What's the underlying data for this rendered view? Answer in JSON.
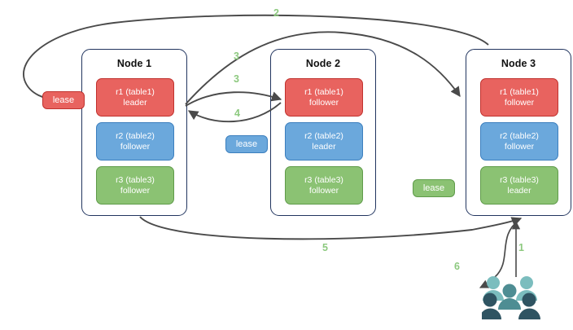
{
  "diagram": {
    "title": "distributed-range-leaseholder-flow",
    "colors": {
      "replica_red": "#E8635F",
      "replica_red_border": "#C0322E",
      "replica_blue": "#6BA8DC",
      "replica_blue_border": "#3C7FBE",
      "replica_green": "#8BC273",
      "replica_green_border": "#5F9B4A",
      "node_border": "#22355F",
      "arrow": "#4A4A4A",
      "step_label": "#8DC97F",
      "users_light": "#7BBDBE",
      "users_dark": "#2F5462"
    },
    "nodes": [
      {
        "title": "Node 1",
        "replicas": [
          {
            "name": "r1 (table1)",
            "role": "leader",
            "color": "red"
          },
          {
            "name": "r2 (table2)",
            "role": "follower",
            "color": "blue"
          },
          {
            "name": "r3 (table3)",
            "role": "follower",
            "color": "green"
          }
        ]
      },
      {
        "title": "Node 2",
        "replicas": [
          {
            "name": "r1 (table1)",
            "role": "follower",
            "color": "red"
          },
          {
            "name": "r2 (table2)",
            "role": "leader",
            "color": "blue"
          },
          {
            "name": "r3 (table3)",
            "role": "follower",
            "color": "green"
          }
        ]
      },
      {
        "title": "Node 3",
        "replicas": [
          {
            "name": "r1 (table1)",
            "role": "follower",
            "color": "red"
          },
          {
            "name": "r2 (table2)",
            "role": "follower",
            "color": "blue"
          },
          {
            "name": "r3 (table3)",
            "role": "leader",
            "color": "green"
          }
        ]
      }
    ],
    "leases": [
      {
        "label": "lease",
        "color": "red"
      },
      {
        "label": "lease",
        "color": "blue"
      },
      {
        "label": "lease",
        "color": "green"
      }
    ],
    "steps": [
      {
        "label": "1"
      },
      {
        "label": "2"
      },
      {
        "label": "3"
      },
      {
        "label": "3"
      },
      {
        "label": "4"
      },
      {
        "label": "5"
      },
      {
        "label": "6"
      }
    ],
    "actors": {
      "icon": "users-group-icon"
    }
  }
}
